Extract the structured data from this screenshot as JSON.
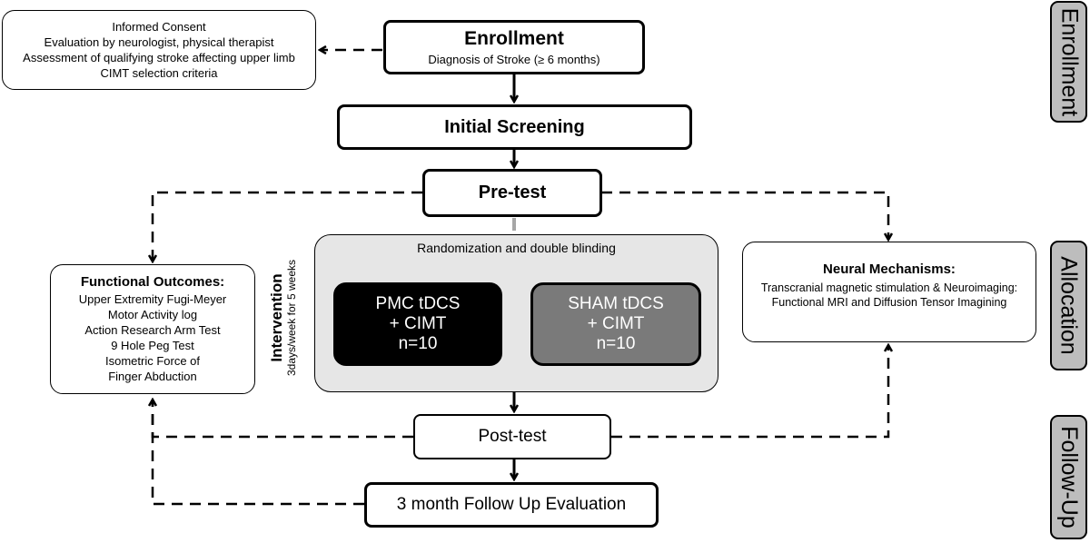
{
  "enrollment_box": {
    "title": "Enrollment",
    "subtitle": "Diagnosis of Stroke (≥ 6 months)"
  },
  "consent_box": {
    "lines": [
      "Informed Consent",
      "Evaluation by neurologist, physical therapist",
      "Assessment of qualifying stroke affecting upper limb",
      "CIMT selection criteria"
    ]
  },
  "screening_box": {
    "title": "Initial Screening"
  },
  "pretest_box": {
    "title": "Pre-test"
  },
  "intervention": {
    "label": "Intervention",
    "sublabel": "3days/week for 5 weeks",
    "randomization": "Randomization and double blinding",
    "groups": [
      {
        "lines": [
          "PMC tDCS",
          "+ CIMT",
          "n=10"
        ]
      },
      {
        "lines": [
          "SHAM tDCS",
          "+ CIMT",
          "n=10"
        ]
      }
    ]
  },
  "functional_outcomes": {
    "title": "Functional Outcomes:",
    "items": [
      "Upper Extremity Fugi-Meyer",
      "Motor Activity log",
      "Action Research Arm Test",
      "9 Hole Peg Test",
      "Isometric Force of",
      "Finger Abduction"
    ]
  },
  "neural_mechanisms": {
    "title": "Neural Mechanisms:",
    "lines": [
      "Transcranial magnetic stimulation & Neuroimaging:",
      "Functional MRI and Diffusion Tensor Imagining"
    ]
  },
  "posttest_box": {
    "title": "Post-test"
  },
  "followup_box": {
    "title": "3 month Follow Up Evaluation"
  },
  "phase_tabs": [
    "Enrollment",
    "Allocation",
    "Follow-Up"
  ],
  "colors": {
    "pmc_fill": "#000000",
    "sham_fill": "#7a7a7a",
    "intervention_bg": "#e6e6e6",
    "tab_fill": "#bdbdbd",
    "gray_arrow": "#a6a6a6"
  }
}
